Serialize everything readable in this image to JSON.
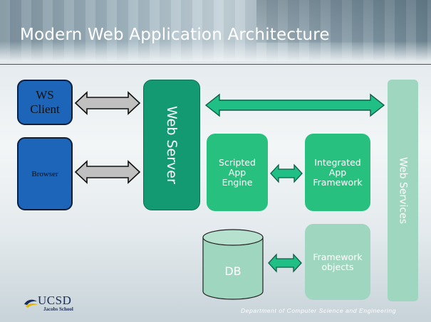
{
  "slide": {
    "title": "Modern Web Application Architecture",
    "footer": "Department of Computer Science and Engineering"
  },
  "logo": {
    "name": "UCSD",
    "subtitle": "Jacobs School"
  },
  "diagram": {
    "ws_client": "WS Client",
    "browser": "Browser",
    "web_server": "Web Server",
    "web_services": "Web Services",
    "scripted_app_engine": "Scripted App Engine",
    "integrated_app_framework": "Integrated App Framework",
    "db": "DB",
    "framework_objects": "Framework objects"
  },
  "colors": {
    "client_blue": "#1d65b8",
    "web_server_green": "#149a73",
    "engine_green": "#27c07f",
    "light_green": "#9fd6bf",
    "gray_arrow": "#c0c0c0"
  }
}
